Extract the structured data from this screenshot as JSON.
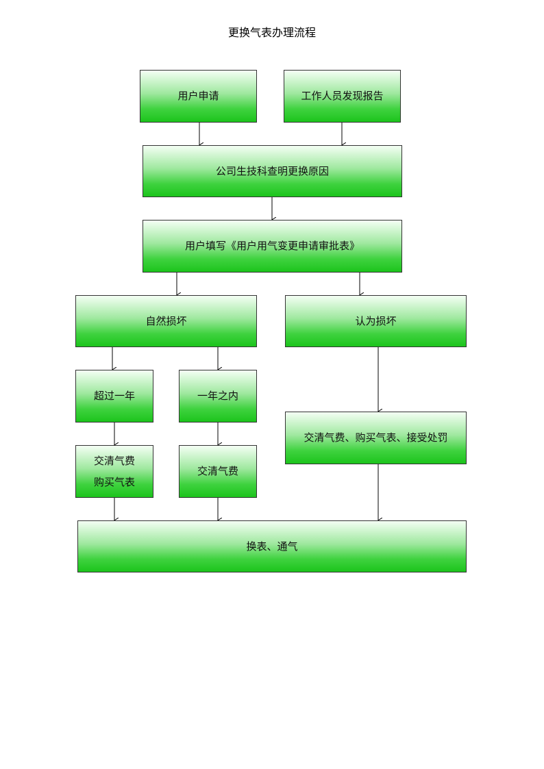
{
  "title": "更换气表办理流程",
  "nodes": {
    "user_apply": "用户申请",
    "staff_report": "工作人员发现报告",
    "tech_check": "公司生技科查明更换原因",
    "fill_form": "用户填写《用户用气变更申请审批表》",
    "natural_damage": "自然损坏",
    "human_damage": "认为损坏",
    "over_one_year": "超过一年",
    "within_one_year": "一年之内",
    "pay_buy_line1": "交清气费",
    "pay_buy_line2": "购买气表",
    "pay_fee": "交清气费",
    "pay_buy_penalty": "交清气费、购买气表、接受处罚",
    "replace": "换表、通气"
  }
}
